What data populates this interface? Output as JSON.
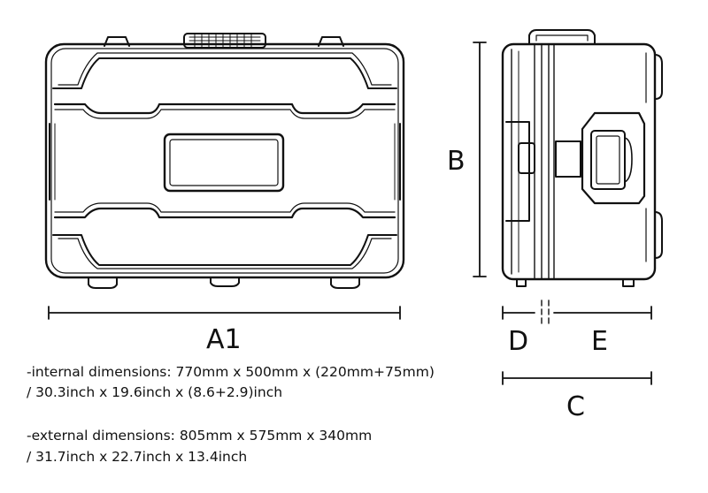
{
  "labels": {
    "a1": "A1",
    "b": "B",
    "c": "C",
    "d": "D",
    "e": "E"
  },
  "notes": {
    "internal_line1": "-internal dimensions: 770mm x 500mm x (220mm+75mm)",
    "internal_line2": "/ 30.3inch x 19.6inch x (8.6+2.9)inch",
    "external_line1": "-external dimensions: 805mm x 575mm x 340mm",
    "external_line2": "/ 31.7inch x 22.7inch x 13.4inch"
  },
  "colors": {
    "line": "#111111",
    "background": "#ffffff"
  }
}
